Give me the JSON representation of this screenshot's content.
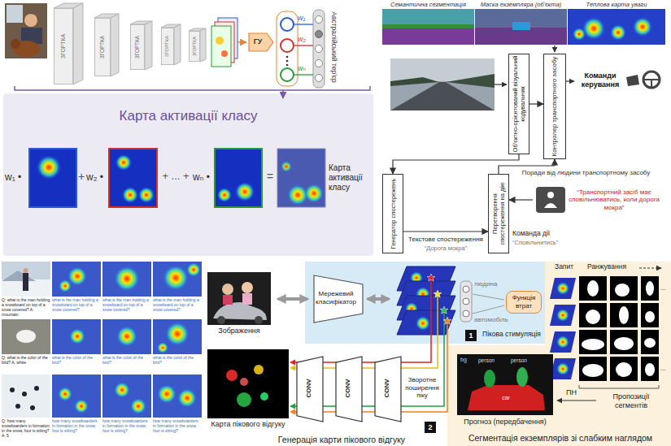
{
  "diagram": {
    "nodes": [
      {
        "text": [
          "ЗГОРТКА"
        ]
      },
      {
        "text": [
          "ЗГОРТКА"
        ]
      },
      {
        "text": [
          "ЗГОРТКА"
        ]
      },
      {
        "text": [
          "ЗГОРТКА"
        ]
      },
      {
        "text": [
          "ЗГОРТКА"
        ]
      },
      {
        "text": [
          "ГУ"
        ]
      },
      {
        "text": [
          "Карта активації класу"
        ]
      },
      {
        "text": [
          "Об'єктно-орієнтований візуальний кодувальник"
        ]
      },
      {
        "text": [
          "Контролер транспортного засобу"
        ]
      },
      {
        "text": [
          "Генератор спостережень"
        ]
      },
      {
        "text": [
          "Перетворення спостереження на дію"
        ]
      },
      {
        "text": [
          "“Транспортний засіб має сповільнюватись, коли дорога мокра”"
        ]
      },
      {
        "text": [
          "Мережевий класифікатор"
        ]
      },
      {
        "text": [
          "Функція втрат"
        ]
      },
      {
        "text": [
          "CONV"
        ]
      },
      {
        "text": [
          "CONV"
        ]
      },
      {
        "text": [
          "CONV"
        ]
      }
    ],
    "edges": [
      {
        "from": 7,
        "to": 8,
        "arrow": "to"
      },
      {
        "from": 7,
        "to": 9,
        "arrow": "to"
      },
      {
        "from": 9,
        "to": 10,
        "arrow": "to"
      },
      {
        "from": 10,
        "to": 8,
        "arrow": "to"
      },
      {
        "from": 11,
        "to": 10,
        "arrow": "to"
      }
    ],
    "labels": [
      "w₁",
      "w₂",
      "wₙ",
      "Австралійський тер'єр",
      "w₁ •",
      "+",
      "w₂ •",
      "+ ... +",
      "wₙ •",
      "=",
      "Карта активації класу",
      "Семантична сегментація",
      "Маска екземпляра (об'єкта)",
      "Теплова карта уваги",
      "Команди керування",
      "Поради від людини транспортному засобу",
      "Текстове спостереження",
      "“Дорога мокра”",
      "Команда дії",
      "“Сповільнитись”",
      "Q: what is the man holding a snowboard on top of a snow covered? A: mountain",
      "what is the man holding a snowboard on top of a snow covered?",
      "what is the man holding a snowboard on top of a snow covered?",
      "what is the man holding a snowboard on top of a snow covered?",
      "Q: what is the color of the bird? A: white",
      "what is the color of the bird?",
      "what is the color of the bird?",
      "what is the color of the bird?",
      "Q: how many snowboarders in formation in the snow, four is sitting? A: 5",
      "how many snowboarders in formation in the snow, four is sitting?",
      "how many snowboarders in formation in the snow, four is sitting?",
      "how many snowboarders in formation in the snow, four is sitting?",
      "Зображення",
      "людина",
      "автомобіль",
      "Пікова стимуляція",
      "1",
      "Зворотне поширення піку",
      "2",
      "Карта пікового відгуку",
      "Генерація карти пікового відгуку",
      "Запит",
      "Ранжування",
      "...",
      "...",
      "ПН",
      "Пропозиції сегментів",
      "bg",
      "person",
      "person",
      "car",
      "Прогноз (передбачення)",
      "Сегментація екземплярів зі слабким наглядом"
    ]
  }
}
